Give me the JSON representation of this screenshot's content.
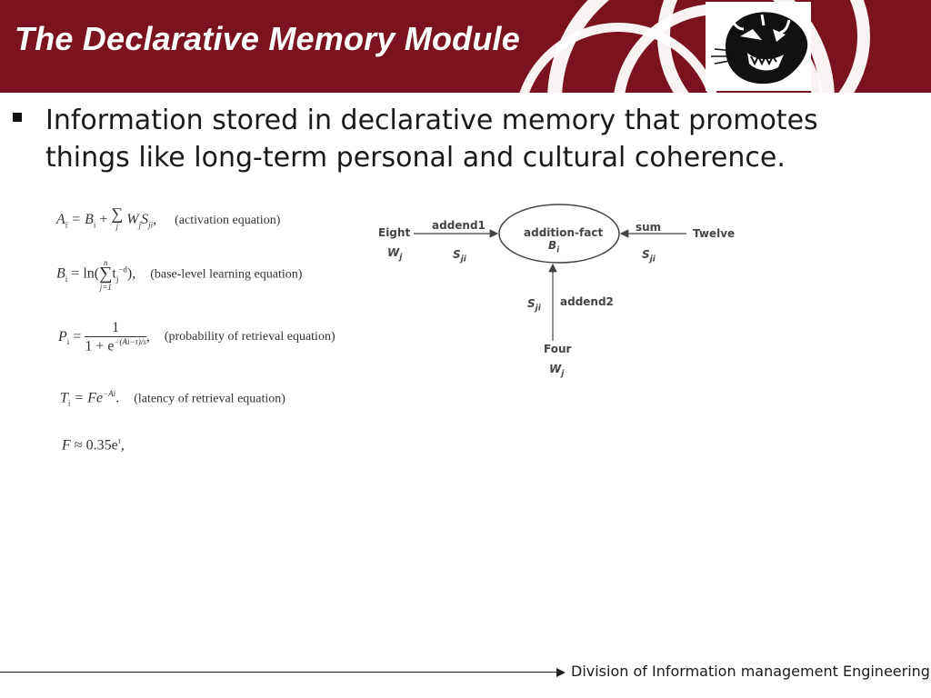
{
  "slide": {
    "title": "The Declarative Memory Module",
    "colors": {
      "banner": "#7a1220",
      "arc": "#ffffff",
      "text": "#1a1a1a"
    },
    "logo_icon": "tiger-head-icon",
    "bullet_icon": "square-bullet-icon",
    "bullet": "Information stored in declarative memory that promotes things like long-term personal and cultural coherence.",
    "equations": {
      "activation": {
        "lhs": "A",
        "lhs_sub": "i",
        "rhs": "= B",
        "rhs_sub": "i",
        "plus": " + ",
        "sum": "∑",
        "sum_below": "j",
        "terms": "W",
        "w_sub": "j",
        "s": "S",
        "s_sub": "ji",
        "comma": ",",
        "label": "(activation equation)"
      },
      "base_level": {
        "lhs": "B",
        "lhs_sub": "i",
        "rhs": " = ln(",
        "sum": "∑",
        "sum_top": "n",
        "sum_below": "j=1",
        "t": "t",
        "t_sub": "j",
        "t_sup": "−d",
        "close": "),",
        "label": "(base-level learning equation)"
      },
      "probability": {
        "lhs": "P",
        "lhs_sub": "i",
        "eq": "=",
        "num": "1",
        "den": "1 + e",
        "den_sup": "−(A",
        "den_sup_sub": "i",
        "den_sup_rest": "−τ)/s",
        "comma": ",",
        "label": "(probability of retrieval equation)"
      },
      "latency": {
        "lhs": "T",
        "lhs_sub": "i",
        "rhs": " = Fe",
        "sup": "−A",
        "sup_sub": "i",
        "dot": ".",
        "label": "(latency of retrieval equation)"
      },
      "f": {
        "lhs": "F",
        "rhs": " ≈ 0.35e",
        "sup": "τ",
        "comma": ","
      }
    },
    "diagram": {
      "center": "addition-fact",
      "center_sym": "B",
      "center_sym_sub": "i",
      "left_node": "Eight",
      "left_edge": "addend1",
      "left_w": "W",
      "left_w_sub": "j",
      "left_s": "S",
      "left_s_sub": "ji",
      "right_node": "Twelve",
      "right_edge": "sum",
      "right_s": "S",
      "right_s_sub": "ji",
      "bottom_node": "Four",
      "bottom_edge": "addend2",
      "bottom_s": "S",
      "bottom_s_sub": "ji",
      "bottom_w": "W",
      "bottom_w_sub": "j"
    },
    "footer": "Division of Information management Engineering"
  }
}
